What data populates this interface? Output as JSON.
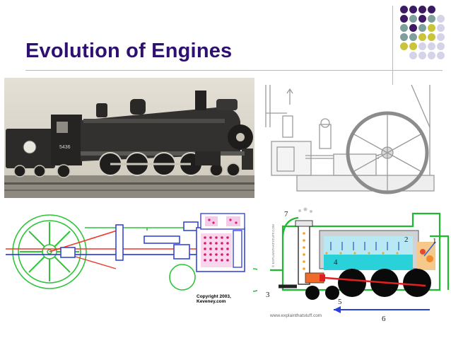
{
  "slide": {
    "title": "Evolution of Engines"
  },
  "colors": {
    "title": "#2e1070",
    "dot_purple": "#3d1b63",
    "dot_teal": "#7f9f9c",
    "dot_yellow": "#c9c43a",
    "dot_lavender": "#d4d3e8"
  },
  "images": {
    "locomotive_photo": {
      "icon": "steam-locomotive-photo",
      "plate": "5436"
    },
    "beam_engine": {
      "icon": "stationary-steam-engine-drawing"
    },
    "piston_diagram": {
      "icon": "piston-valve-diagram",
      "copyright": "Copyright 2003, Keveney.com"
    },
    "loco_cutaway": {
      "icon": "locomotive-cutaway-diagram",
      "labels": [
        "7",
        "2",
        "1",
        "4",
        "3",
        "5",
        "6"
      ],
      "site": "www.explainthatstuff.com",
      "vertical_text": "© EXPLAINTHATSTUFF.COM"
    }
  }
}
